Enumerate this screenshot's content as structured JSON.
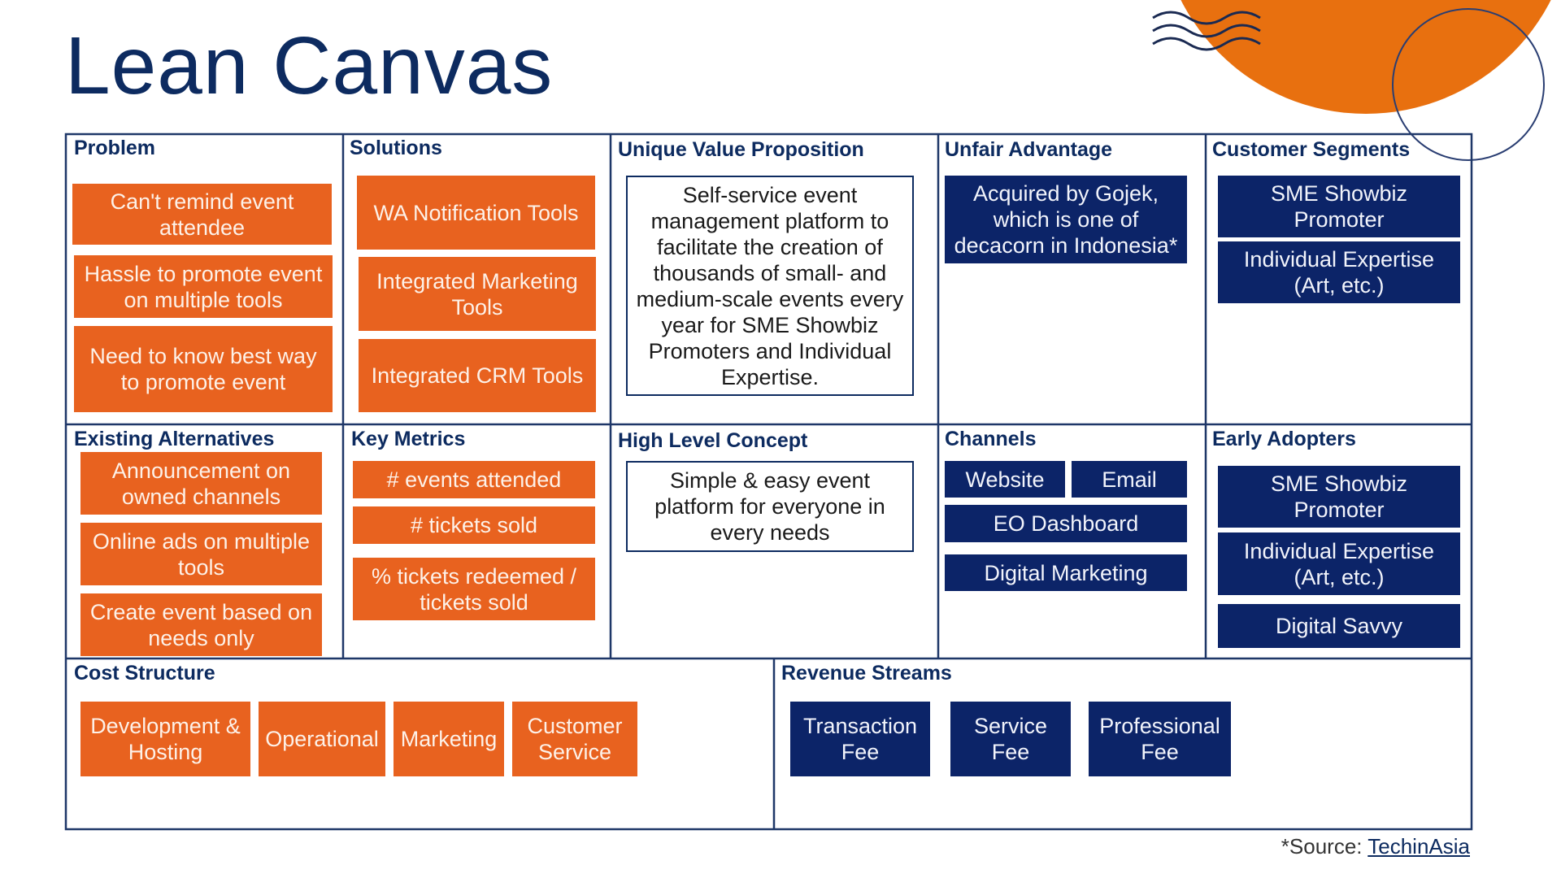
{
  "title": "Lean Canvas",
  "colors": {
    "accent_orange": "#e8621f",
    "navy": "#0c2468",
    "title": "#0d2b60"
  },
  "sections": {
    "problem": {
      "title": "Problem",
      "items": [
        "Can't remind event attendee",
        "Hassle to promote event on multiple tools",
        "Need to know best way to promote event"
      ]
    },
    "solutions": {
      "title": "Solutions",
      "items": [
        "WA Notification Tools",
        "Integrated Marketing Tools",
        "Integrated CRM Tools"
      ]
    },
    "uvp": {
      "title": "Unique Value Proposition",
      "text": "Self-service event management platform to facilitate the creation of thousands of small- and medium-scale events every year for SME Showbiz Promoters and Individual Expertise."
    },
    "unfair_advantage": {
      "title": "Unfair Advantage",
      "text": "Acquired by Gojek, which is one of decacorn in Indonesia*"
    },
    "customer_segments": {
      "title": "Customer Segments",
      "items": [
        "SME Showbiz Promoter",
        "Individual Expertise (Art, etc.)"
      ]
    },
    "existing_alternatives": {
      "title": "Existing Alternatives",
      "items": [
        "Announcement on owned channels",
        "Online ads on multiple tools",
        "Create event based on needs only"
      ]
    },
    "key_metrics": {
      "title": "Key Metrics",
      "items": [
        "# events attended",
        "# tickets sold",
        "% tickets redeemed / tickets sold"
      ]
    },
    "high_level_concept": {
      "title": "High Level Concept",
      "text": "Simple & easy event platform for everyone in every needs"
    },
    "channels": {
      "title": "Channels",
      "items": [
        "Website",
        "Email",
        "EO Dashboard",
        "Digital Marketing"
      ]
    },
    "early_adopters": {
      "title": "Early Adopters",
      "items": [
        "SME Showbiz Promoter",
        "Individual Expertise (Art, etc.)",
        "Digital Savvy"
      ]
    },
    "cost_structure": {
      "title": "Cost Structure",
      "items": [
        "Development & Hosting",
        "Operational",
        "Marketing",
        "Customer Service"
      ]
    },
    "revenue_streams": {
      "title": "Revenue Streams",
      "items": [
        "Transaction Fee",
        "Service Fee",
        "Professional Fee"
      ]
    }
  },
  "source": {
    "prefix": "*Source: ",
    "link": "TechinAsia"
  }
}
